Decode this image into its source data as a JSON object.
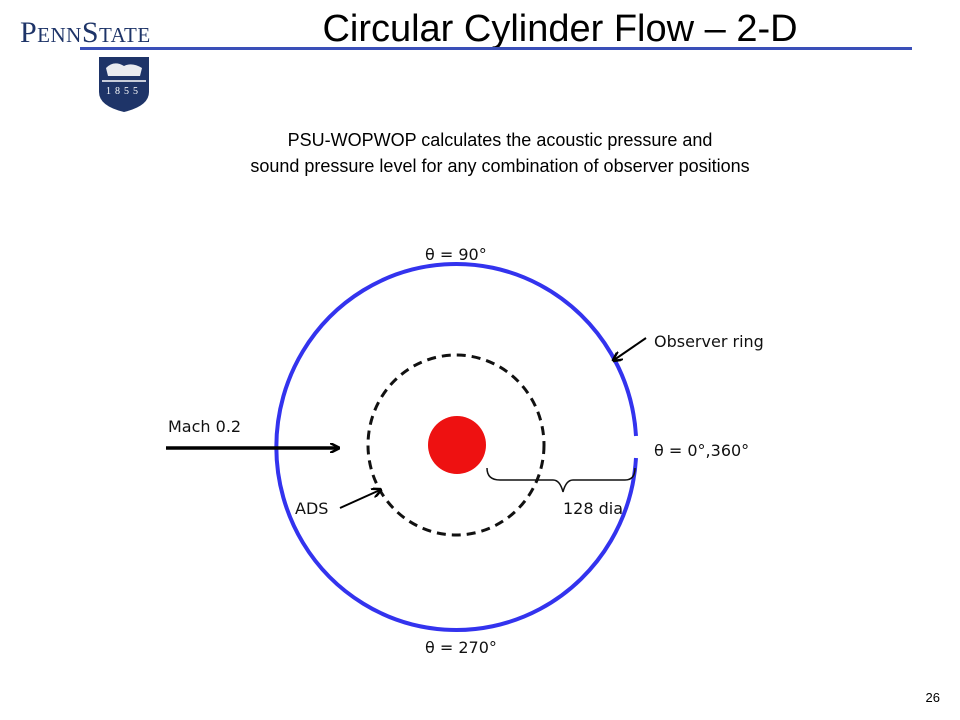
{
  "header": {
    "logo_text": "PennState",
    "logo_year": "1855",
    "title": "Circular Cylinder Flow – 2-D"
  },
  "subtitle": {
    "line1": "PSU-WOPWOP calculates the acoustic pressure and",
    "line2": "sound pressure level for any combination of observer positions"
  },
  "diagram": {
    "labels": {
      "top": "θ = 90°",
      "bottom": "θ = 270°",
      "right": "θ = 0°,360°",
      "observer_ring": "Observer ring",
      "mach": "Mach 0.2",
      "ads": "ADS",
      "diameter": "128 dia"
    },
    "colors": {
      "observer_ring": "#3333ee",
      "cylinder": "#ee1111",
      "ads_ring": "#111111"
    }
  },
  "footer": {
    "page_number": "26"
  }
}
